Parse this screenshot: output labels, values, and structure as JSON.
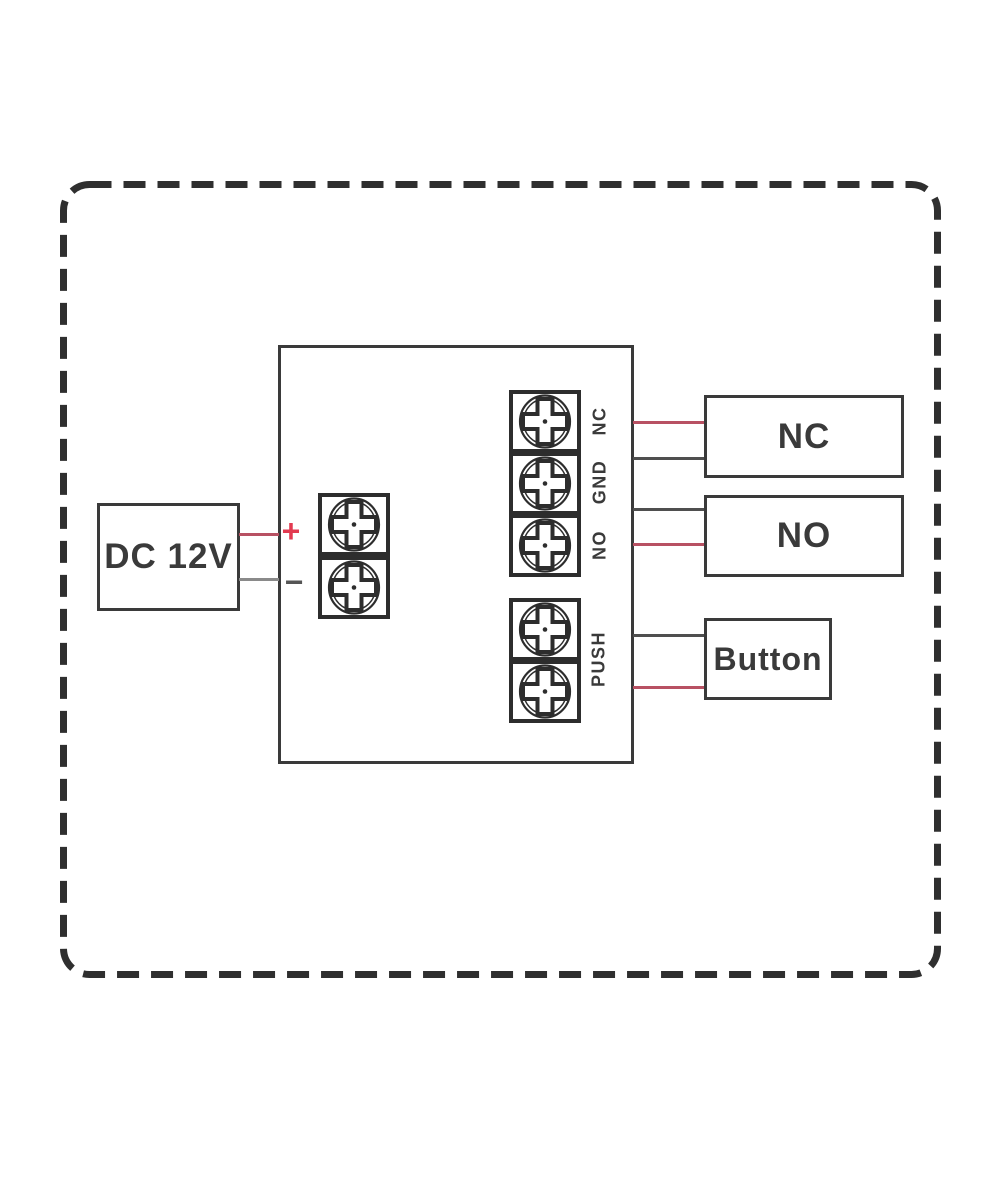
{
  "colors": {
    "line_dark": "#3a3a3a",
    "screw_dark": "#2d2d2d",
    "wire_red": "#b85163",
    "wire_gray": "#8a8a8a",
    "wire_dark": "#4f4f4f",
    "plus_red": "#e23a50",
    "minus_gray": "#555555",
    "frame_dash": "#2f2f2f",
    "text_color": "#3a3a3a"
  },
  "power_supply": {
    "label": "DC 12V"
  },
  "controller": {
    "polarity": {
      "plus": "+",
      "minus": "−"
    },
    "terminals": {
      "labels": {
        "nc": "NC",
        "gnd": "GND",
        "no": "NO",
        "push": "PUSH"
      },
      "power_block_screws": 2,
      "relay_block_screws": 3,
      "push_block_screws": 2
    }
  },
  "devices": {
    "nc": {
      "label": "NC"
    },
    "no": {
      "label": "NO"
    },
    "button": {
      "label": "Button"
    }
  }
}
